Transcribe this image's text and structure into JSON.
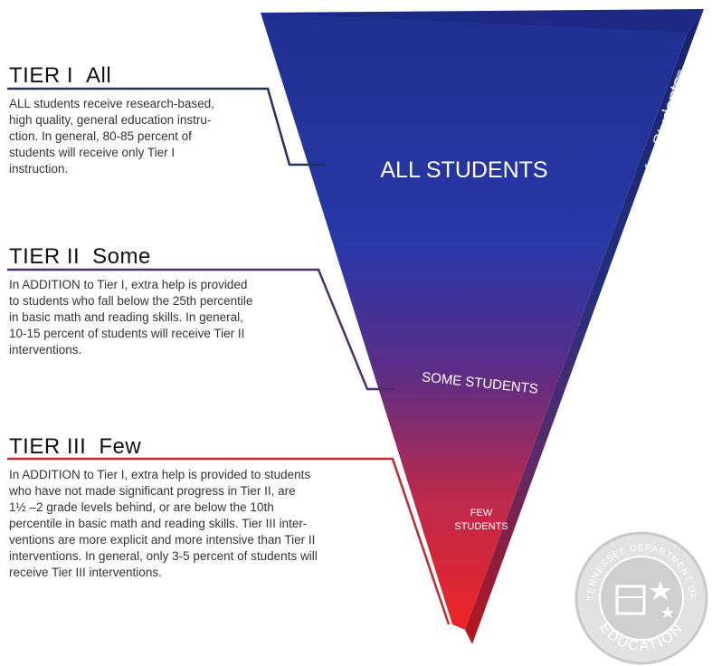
{
  "tiers": [
    {
      "title": "TIER I",
      "subtitle": "All",
      "body": "ALL students receive research-based,\nhigh quality, general education instru-\nction. In general, 80-85 percent of\nstudents will receive only Tier I\ninstruction."
    },
    {
      "title": "TIER II",
      "subtitle": "Some",
      "body": "In ADDITION to Tier I, extra help is provided\nto students who fall below the 25th percentile\nin basic math and reading skills. In general,\n10-15 percent of students will receive Tier II\ninterventions."
    },
    {
      "title": "TIER III",
      "subtitle": "Few",
      "body": "In ADDITION to Tier I, extra help is provided to students\nwho have not made significant progress in Tier II, are\n1½ –2 grade levels behind, or are below the 10th\npercentile in basic math and reading skills. Tier III inter-\nventions are more explicit and more intensive than Tier II\ninterventions. In general, only 3-5 percent of students will\nreceive Tier III interventions."
    }
  ],
  "pyramid": {
    "all_label": "ALL STUDENTS",
    "some_label": "SOME STUDENTS",
    "few_label_line1": "FEW",
    "few_label_line2": "STUDENTS",
    "side_label": "Increasing Support for Students"
  },
  "seal": {
    "top_text": "TENNESSEE DEPARTMENT OF",
    "bottom_text": "EDUCATION"
  },
  "colors": {
    "top_blue": "#1f2f8e",
    "mid_purple": "#6a2a74",
    "bottom_red": "#e8262a",
    "tier1_line": "#25305f",
    "tier2_line": "#4c2e6e",
    "tier3_line": "#c02a2d"
  }
}
